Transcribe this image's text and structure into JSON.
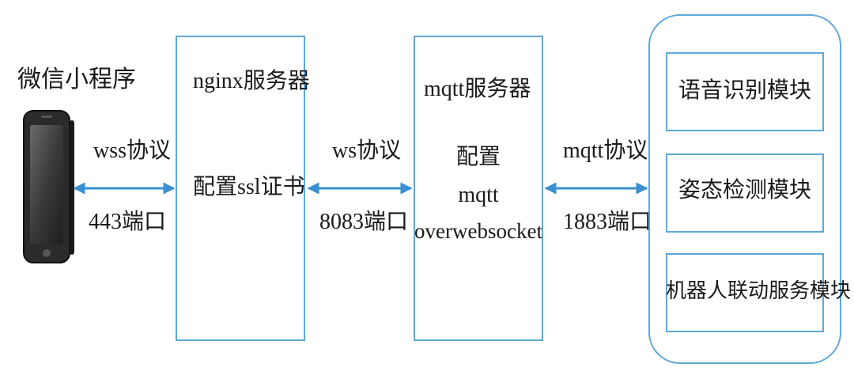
{
  "client": {
    "label": "微信小程序"
  },
  "link1": {
    "protocol": "wss协议",
    "port": "443端口"
  },
  "nginx": {
    "title": "nginx服务器",
    "config": "配置ssl证书"
  },
  "link2": {
    "protocol": "ws协议",
    "port": "8083端口"
  },
  "mqtt": {
    "title": "mqtt服务器",
    "config_line1": "配置",
    "config_line2": "mqtt",
    "config_line3": "overwebsocket"
  },
  "link3": {
    "protocol": "mqtt协议",
    "port": "1883端口"
  },
  "modules": {
    "items": [
      {
        "label": "语音识别模块"
      },
      {
        "label": "姿态检测模块"
      },
      {
        "label": "机器人联动服务模块"
      }
    ]
  },
  "colors": {
    "border": "#5fa8d8",
    "arrow": "#3a8fd0",
    "phone": "#2b2b2b"
  }
}
